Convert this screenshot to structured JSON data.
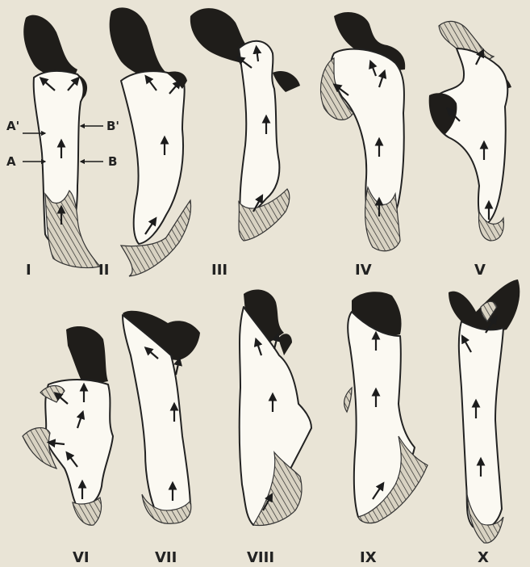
{
  "figure": {
    "panels": [
      {
        "label": "I"
      },
      {
        "label": "II"
      },
      {
        "label": "III"
      },
      {
        "label": "IV"
      },
      {
        "label": "V"
      },
      {
        "label": "VI"
      },
      {
        "label": "VII"
      },
      {
        "label": "VIII"
      },
      {
        "label": "IX"
      },
      {
        "label": "X"
      }
    ],
    "markers": {
      "a_prime": "A'",
      "a": "A",
      "b_prime": "B'",
      "b": "B"
    }
  }
}
